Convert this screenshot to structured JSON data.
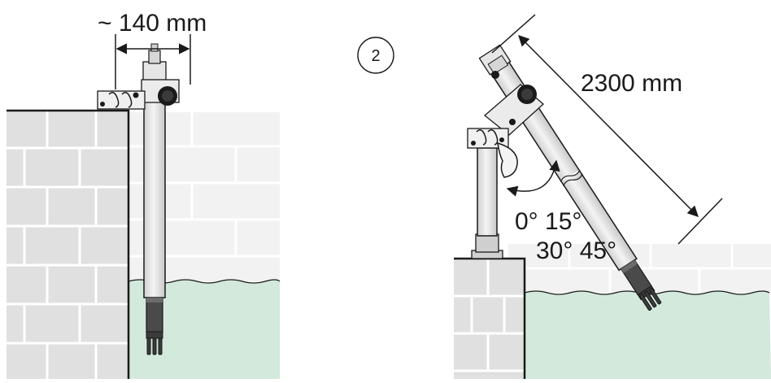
{
  "labels": {
    "width_dim": "~ 140 mm",
    "step_number": "2",
    "length_dim": "2300 mm",
    "angles_row1": "0° 15°",
    "angles_row2": "30° 45°"
  },
  "colors": {
    "wall": "#e0e0e0",
    "wall_light": "#f1f1f1",
    "water": "#d3e9dc",
    "pipe": "#e6e6e6",
    "sensor": "#4a4a4a",
    "outline": "#1a1a1a"
  }
}
